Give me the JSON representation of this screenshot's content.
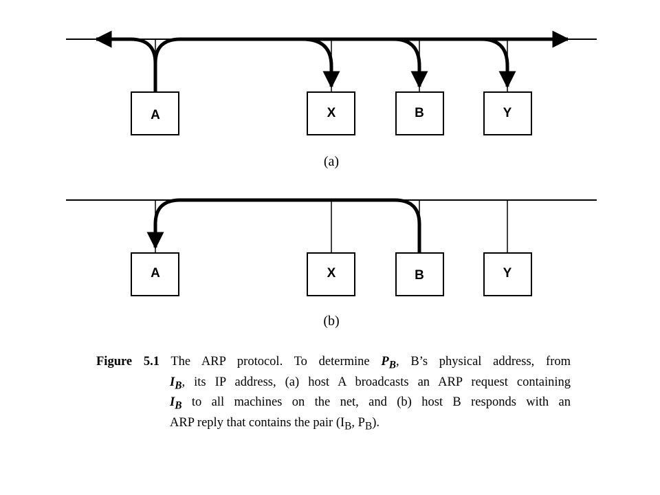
{
  "panel_a": {
    "label": "(a)",
    "hosts": [
      "A",
      "X",
      "B",
      "Y"
    ]
  },
  "panel_b": {
    "label": "(b)",
    "hosts": [
      "A",
      "X",
      "B",
      "Y"
    ]
  },
  "caption": {
    "figure_label": "Figure 5.1",
    "line1_text": "The ARP protocol.  To determine",
    "line1_pb": "P",
    "line1_pb_sub": "B",
    "line1_rest": ", B’s physical address, from",
    "line2_ib": "I",
    "line2_ib_sub": "B",
    "line2_rest": ", its IP address, (a) host A broadcasts an ARP request containing",
    "line3_ib": "I",
    "line3_ib_sub": "B",
    "line3_rest": "to all machines on the net, and (b) host B responds with an",
    "line4_text": "ARP reply that contains the pair (I",
    "line4_sub1": "B",
    "line4_mid": ", P",
    "line4_sub2": "B",
    "line4_end": ")."
  }
}
